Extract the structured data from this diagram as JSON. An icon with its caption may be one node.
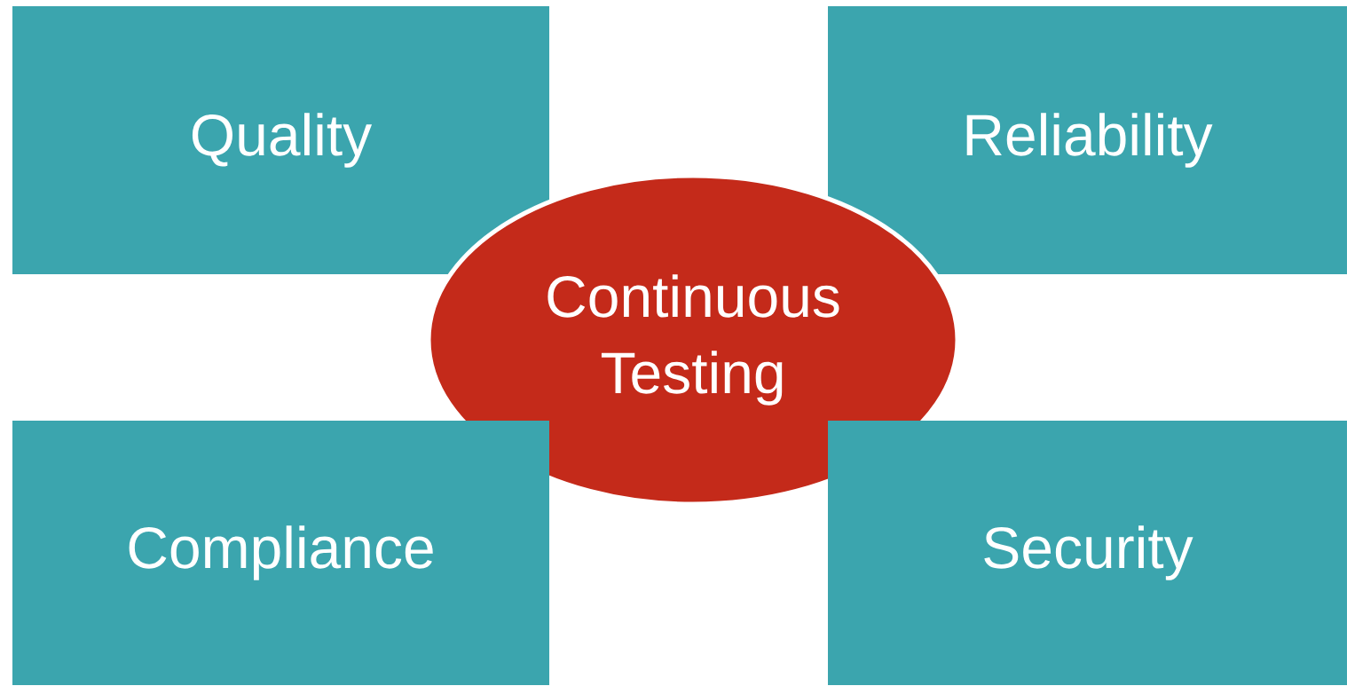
{
  "diagram": {
    "nodes": [
      {
        "text": [
          "Quality"
        ]
      },
      {
        "text": [
          "Reliability"
        ]
      },
      {
        "text": [
          "Continuous Testing"
        ]
      },
      {
        "text": [
          "Compliance"
        ]
      },
      {
        "text": [
          "Security"
        ]
      }
    ]
  }
}
